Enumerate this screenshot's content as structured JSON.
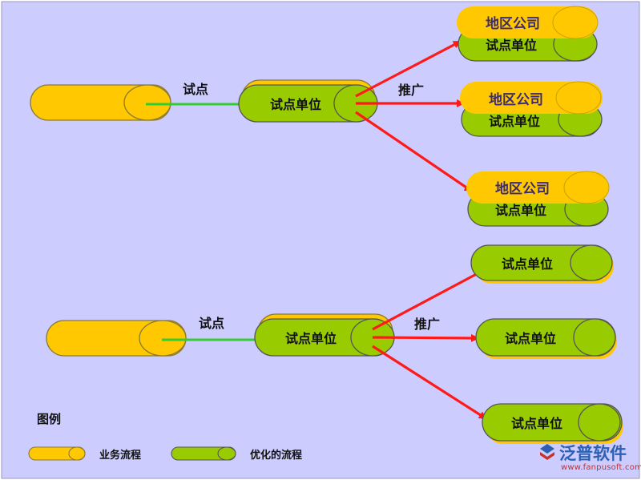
{
  "colors": {
    "background": "#ccccff",
    "yellow": "#ffc800",
    "green": "#99cc00",
    "arrow_green": "#33cc33",
    "arrow_red": "#ff1a1a",
    "brand_blue": "#2d5fb2",
    "brand_red": "#c9302c"
  },
  "diagram": {
    "top_flow": {
      "pilot_label": "试点",
      "promote_label": "推广",
      "pilot_unit_label": "试点单位",
      "branches": [
        {
          "front_label": "地区公司",
          "back_label": "试点单位"
        },
        {
          "front_label": "地区公司",
          "back_label": "试点单位"
        },
        {
          "front_label": "地区公司",
          "back_label": "试点单位"
        }
      ]
    },
    "bottom_flow": {
      "pilot_label": "试点",
      "promote_label": "推广",
      "pilot_unit_label": "试点单位",
      "branches": [
        {
          "label": "试点单位"
        },
        {
          "label": "试点单位"
        },
        {
          "label": "试点单位"
        }
      ]
    },
    "legend": {
      "title": "图例",
      "items": [
        {
          "label": "业务流程",
          "color": "yellow"
        },
        {
          "label": "优化的流程",
          "color": "green"
        }
      ]
    }
  },
  "watermark": {
    "brand": "泛普软件",
    "site": "www.fanpusoft.com"
  }
}
